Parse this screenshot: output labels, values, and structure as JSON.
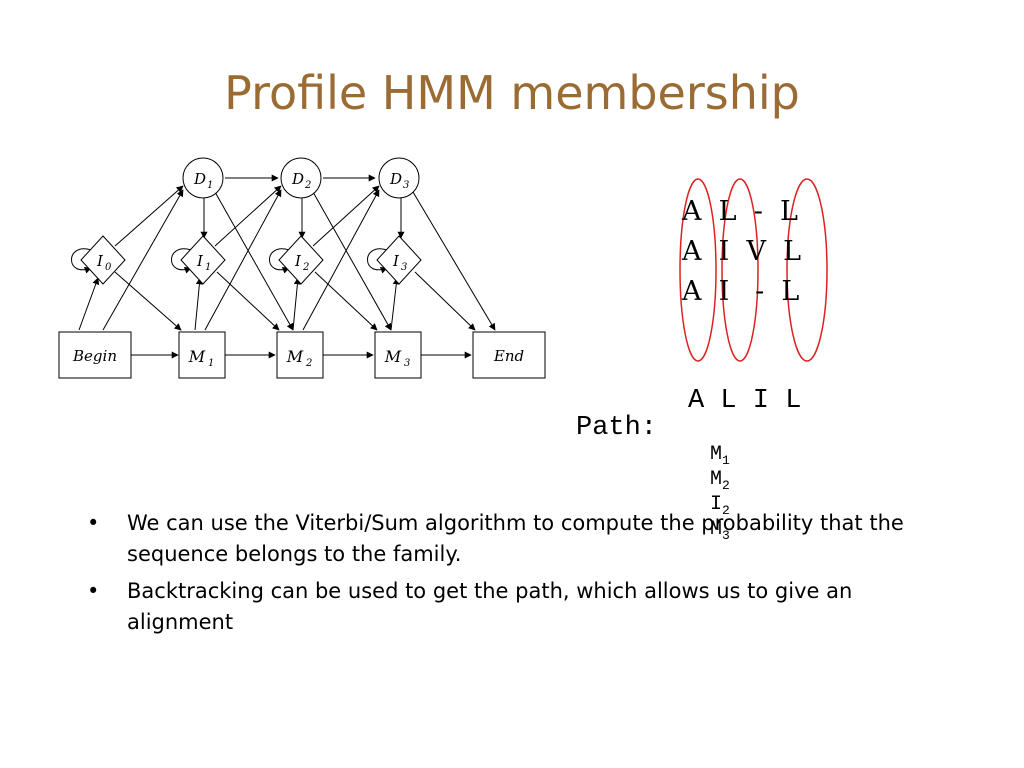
{
  "title": "Profile HMM membership",
  "diagram": {
    "nodes": {
      "begin": "Begin",
      "end": "End",
      "m1": "M",
      "m1_sub": "1",
      "m2": "M",
      "m2_sub": "2",
      "m3": "M",
      "m3_sub": "3",
      "i0": "I",
      "i0_sub": "0",
      "i1": "I",
      "i1_sub": "1",
      "i2": "I",
      "i2_sub": "2",
      "i3": "I",
      "i3_sub": "3",
      "d1": "D",
      "d1_sub": "1",
      "d2": "D",
      "d2_sub": "2",
      "d3": "D",
      "d3_sub": "3"
    }
  },
  "alignment": {
    "rows": [
      "A  L  -  L",
      "A  I  V  L",
      "A  I   -  L"
    ]
  },
  "sequence": "A L I L",
  "path": {
    "label": "Path:",
    "states": [
      {
        "s": "M",
        "n": "1"
      },
      {
        "s": "M",
        "n": "2"
      },
      {
        "s": "I",
        "n": "2"
      },
      {
        "s": "M",
        "n": "3"
      }
    ]
  },
  "bullets": [
    {
      "marker": "•",
      "text": "We can use the Viterbi/Sum algorithm to compute the probability that the sequence belongs to the family."
    },
    {
      "marker": "•",
      "text": "Backtracking can be used to get the path, which allows us to give an alignment"
    }
  ]
}
